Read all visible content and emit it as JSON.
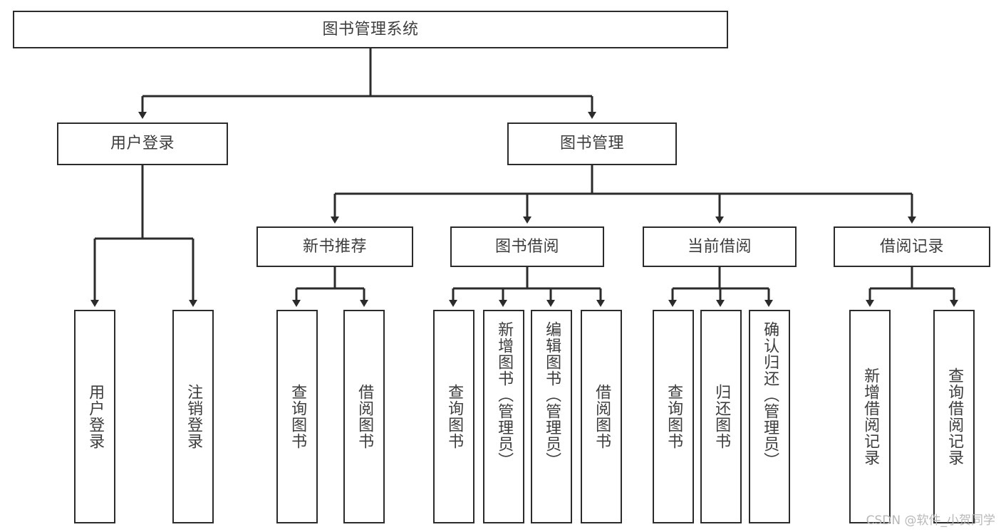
{
  "diagram": {
    "type": "tree-hierarchy",
    "title": "图书管理系统",
    "watermark": "CSDN @软件_小贺同学",
    "colors": {
      "background": "#ffffff",
      "box_border": "#2b2b2b",
      "box_fill": "#ffffff",
      "text": "#3d3d3d",
      "connector": "#2b2b2b",
      "watermark": "#b8b8b8"
    },
    "nodes": {
      "root": {
        "label": "图书管理系统",
        "level": 1
      },
      "level2": [
        {
          "id": "user-login",
          "label": "用户登录"
        },
        {
          "id": "book-management",
          "label": "图书管理"
        }
      ],
      "level3": [
        {
          "id": "new-book-recommend",
          "label": "新书推荐"
        },
        {
          "id": "book-borrow",
          "label": "图书借阅"
        },
        {
          "id": "current-borrow",
          "label": "当前借阅"
        },
        {
          "id": "borrow-record",
          "label": "借阅记录"
        }
      ],
      "leaves": {
        "user_login": [
          {
            "id": "leaf-user-login",
            "label": "用户登录"
          },
          {
            "id": "leaf-logout-login",
            "label": "注销登录"
          }
        ],
        "new_book_recommend": [
          {
            "id": "leaf-query-book-1",
            "label": "查询图书"
          },
          {
            "id": "leaf-borrow-book-1",
            "label": "借阅图书"
          }
        ],
        "book_borrow": [
          {
            "id": "leaf-query-book-2",
            "label": "查询图书"
          },
          {
            "id": "leaf-add-book-admin",
            "label": "新增图书（管理员）"
          },
          {
            "id": "leaf-edit-book-admin",
            "label": "编辑图书（管理员）"
          },
          {
            "id": "leaf-borrow-book-2",
            "label": "借阅图书"
          }
        ],
        "current_borrow": [
          {
            "id": "leaf-query-book-3",
            "label": "查询图书"
          },
          {
            "id": "leaf-return-book",
            "label": "归还图书"
          },
          {
            "id": "leaf-confirm-return-admin",
            "label": "确认归还（管理员）"
          }
        ],
        "borrow_record": [
          {
            "id": "leaf-add-borrow-record",
            "label": "新增借阅记录"
          },
          {
            "id": "leaf-query-borrow-record",
            "label": "查询借阅记录"
          }
        ]
      }
    }
  }
}
